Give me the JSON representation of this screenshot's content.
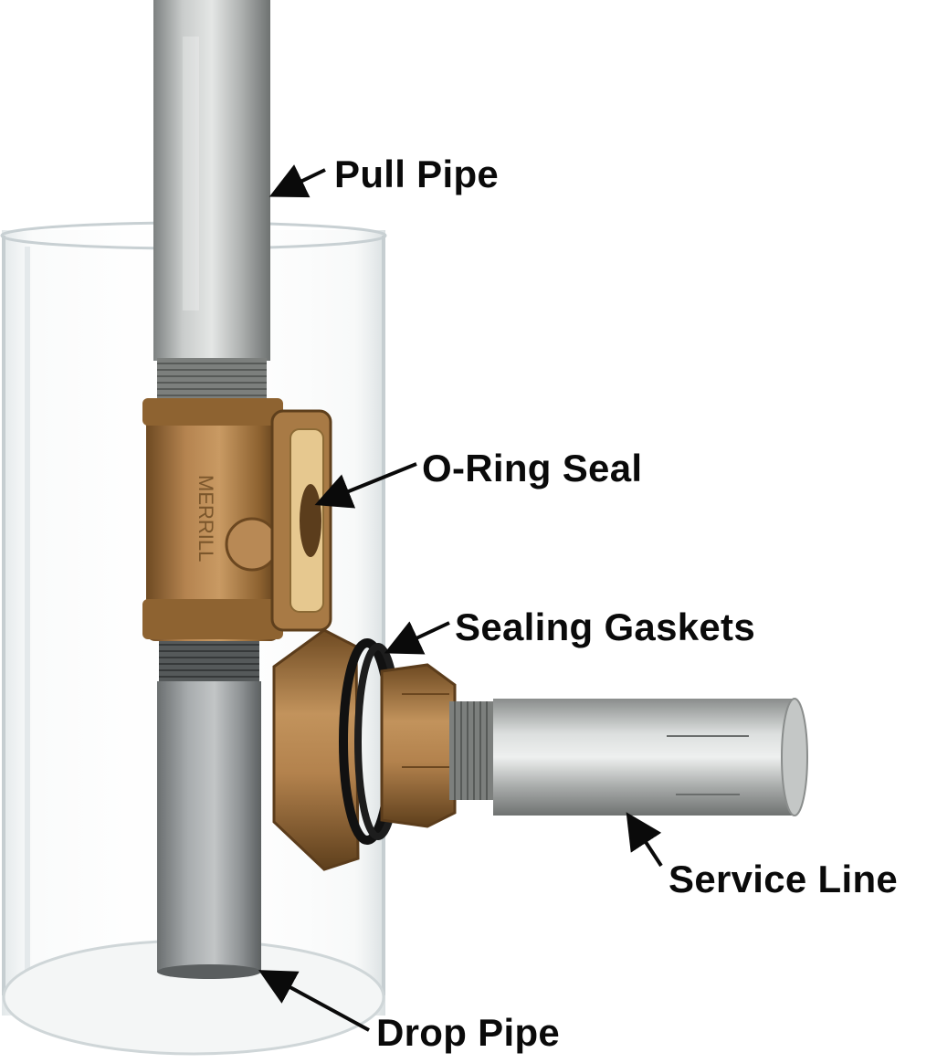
{
  "callouts": {
    "pull_pipe": "Pull Pipe",
    "o_ring_seal": "O-Ring Seal",
    "sealing_gaskets": "Sealing Gaskets",
    "service_line": "Service Line",
    "drop_pipe": "Drop Pipe"
  },
  "colors": {
    "background": "#ffffff",
    "label_text": "#0a0a0a",
    "brass": "#a97840",
    "galvanized_steel": "#b9bcbc",
    "clear_casing": "#e9eef0"
  }
}
